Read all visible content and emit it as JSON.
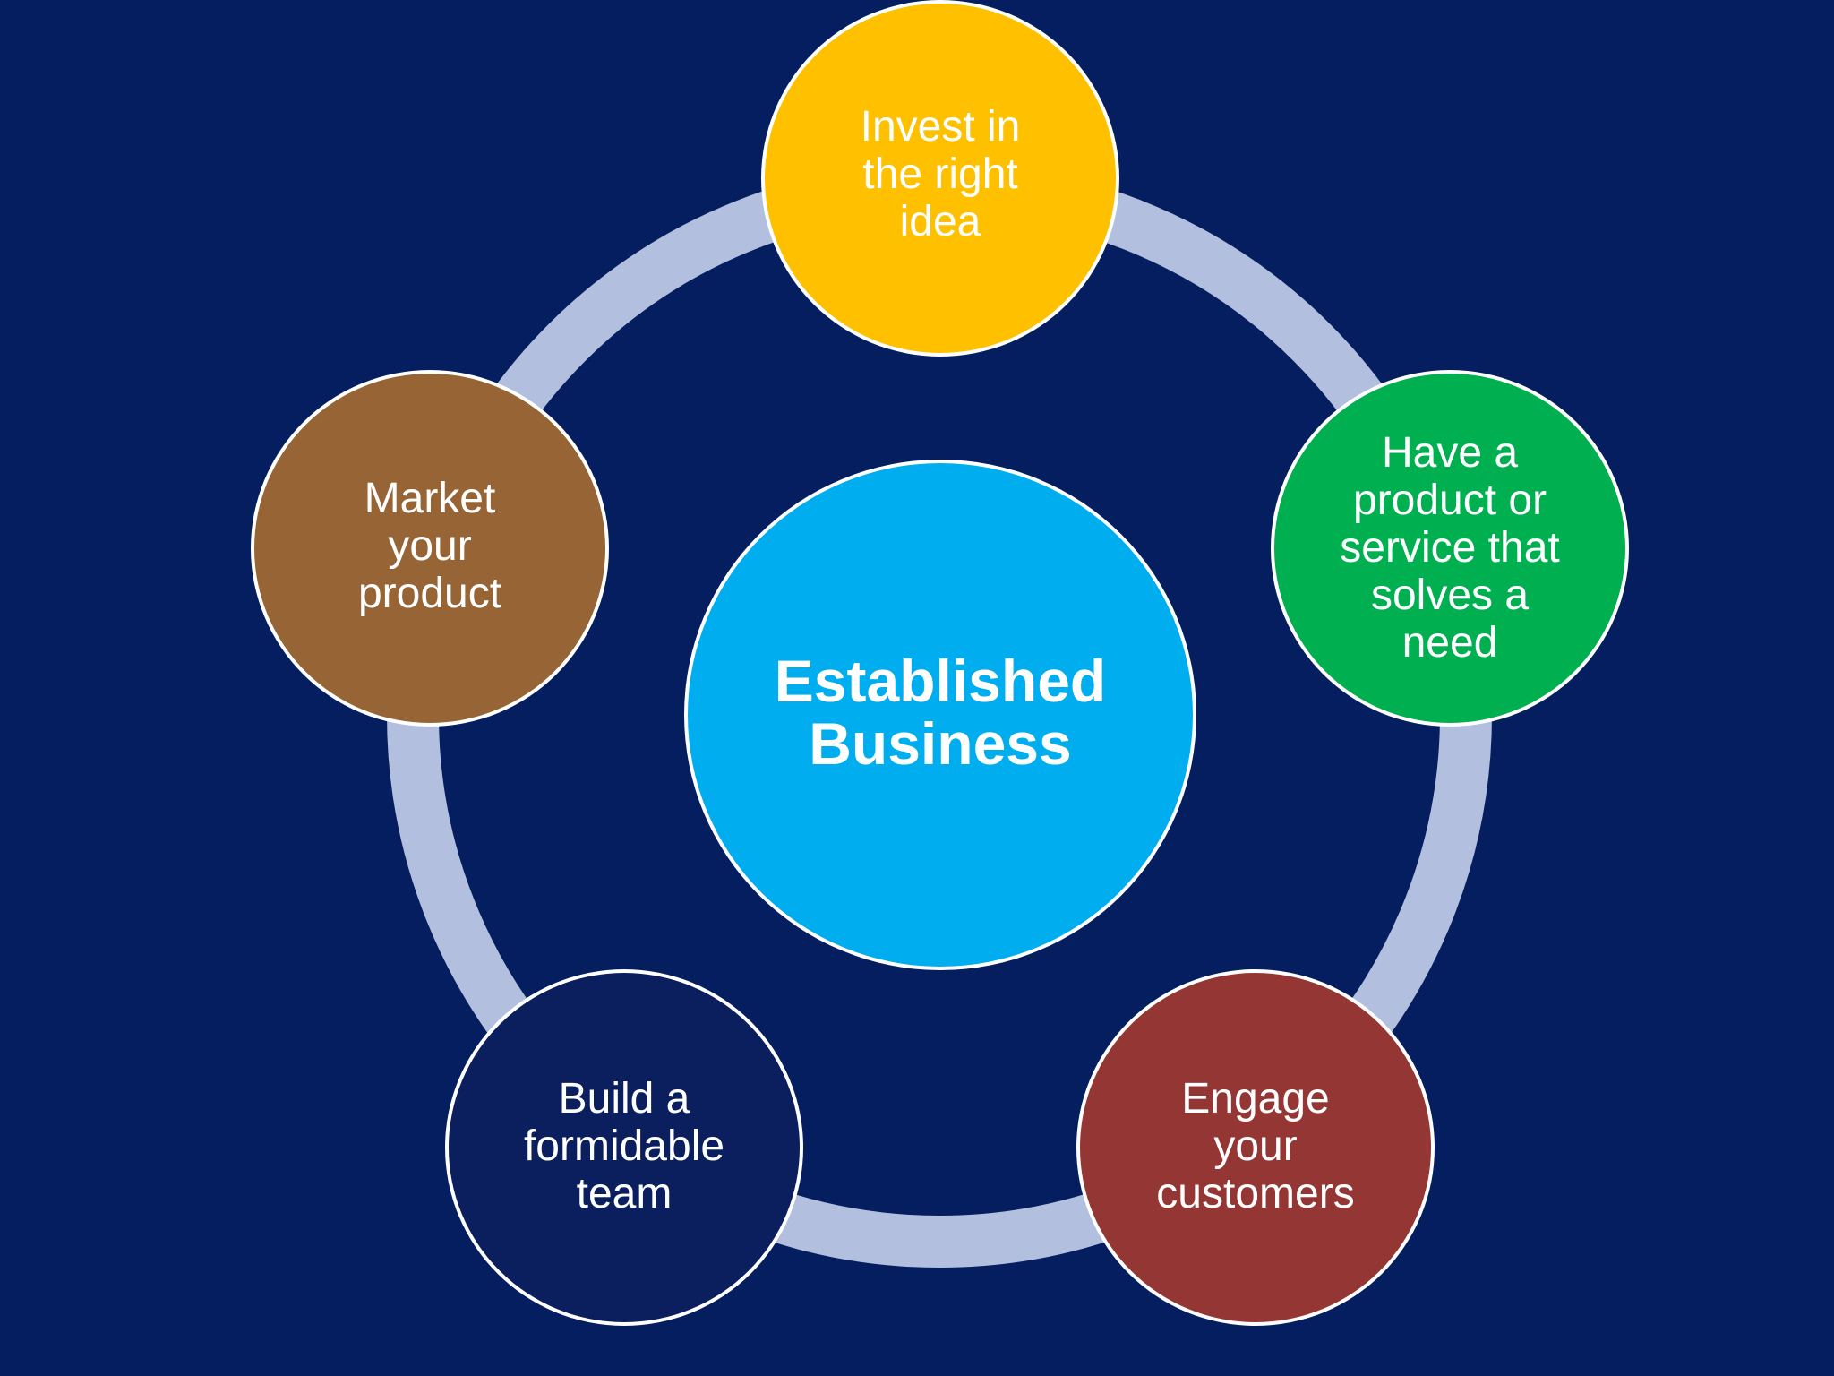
{
  "colors": {
    "background": "#041e5f",
    "ring": "#b2bfde",
    "node_border": "#ffffff",
    "text": "#ffffff"
  },
  "center": {
    "label": "Established\nBusiness",
    "color": "#00aeef"
  },
  "nodes": [
    {
      "label": "Invest in\nthe right\nidea",
      "color": "#ffc000"
    },
    {
      "label": "Have a\nproduct or\nservice that\nsolves a\nneed",
      "color": "#00b050"
    },
    {
      "label": "Engage\nyour\ncustomers",
      "color": "#943634"
    },
    {
      "label": "Build a\nformidable\nteam",
      "color": "#0b1f5e"
    },
    {
      "label": "Market\nyour\nproduct",
      "color": "#976535"
    }
  ]
}
